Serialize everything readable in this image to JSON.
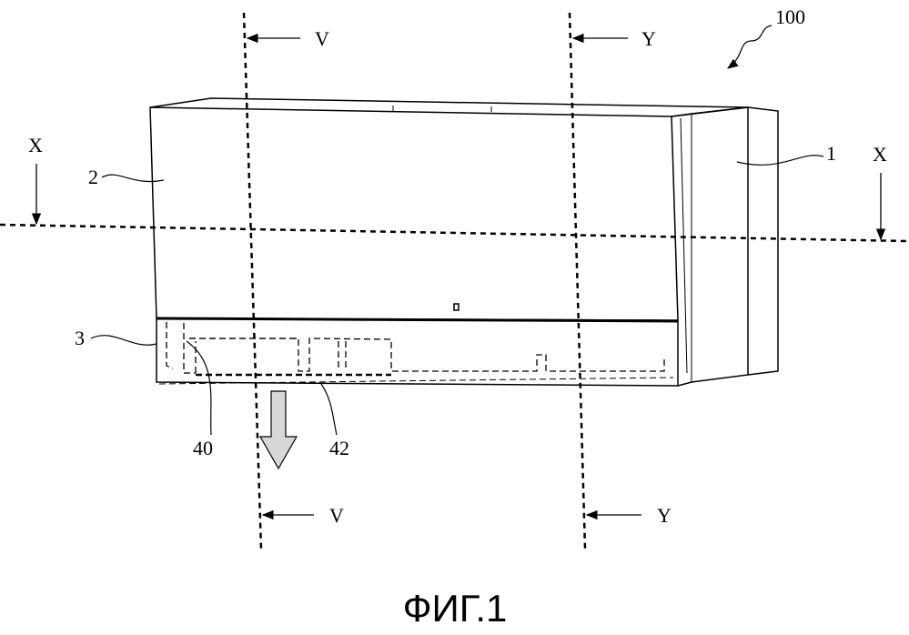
{
  "figure": {
    "caption": "ФИГ.1",
    "reference_numerals": {
      "assembly": "100",
      "body": "1",
      "front_panel": "2",
      "lower_unit": "3",
      "part_40": "40",
      "part_42": "42"
    },
    "section_marks": {
      "x_left": "X",
      "x_right": "X",
      "v_top": "V",
      "v_bottom": "V",
      "y_top": "Y",
      "y_bottom": "Y"
    }
  },
  "colors": {
    "ink": "#000000",
    "arrow_fill": "#d8d8d8"
  }
}
